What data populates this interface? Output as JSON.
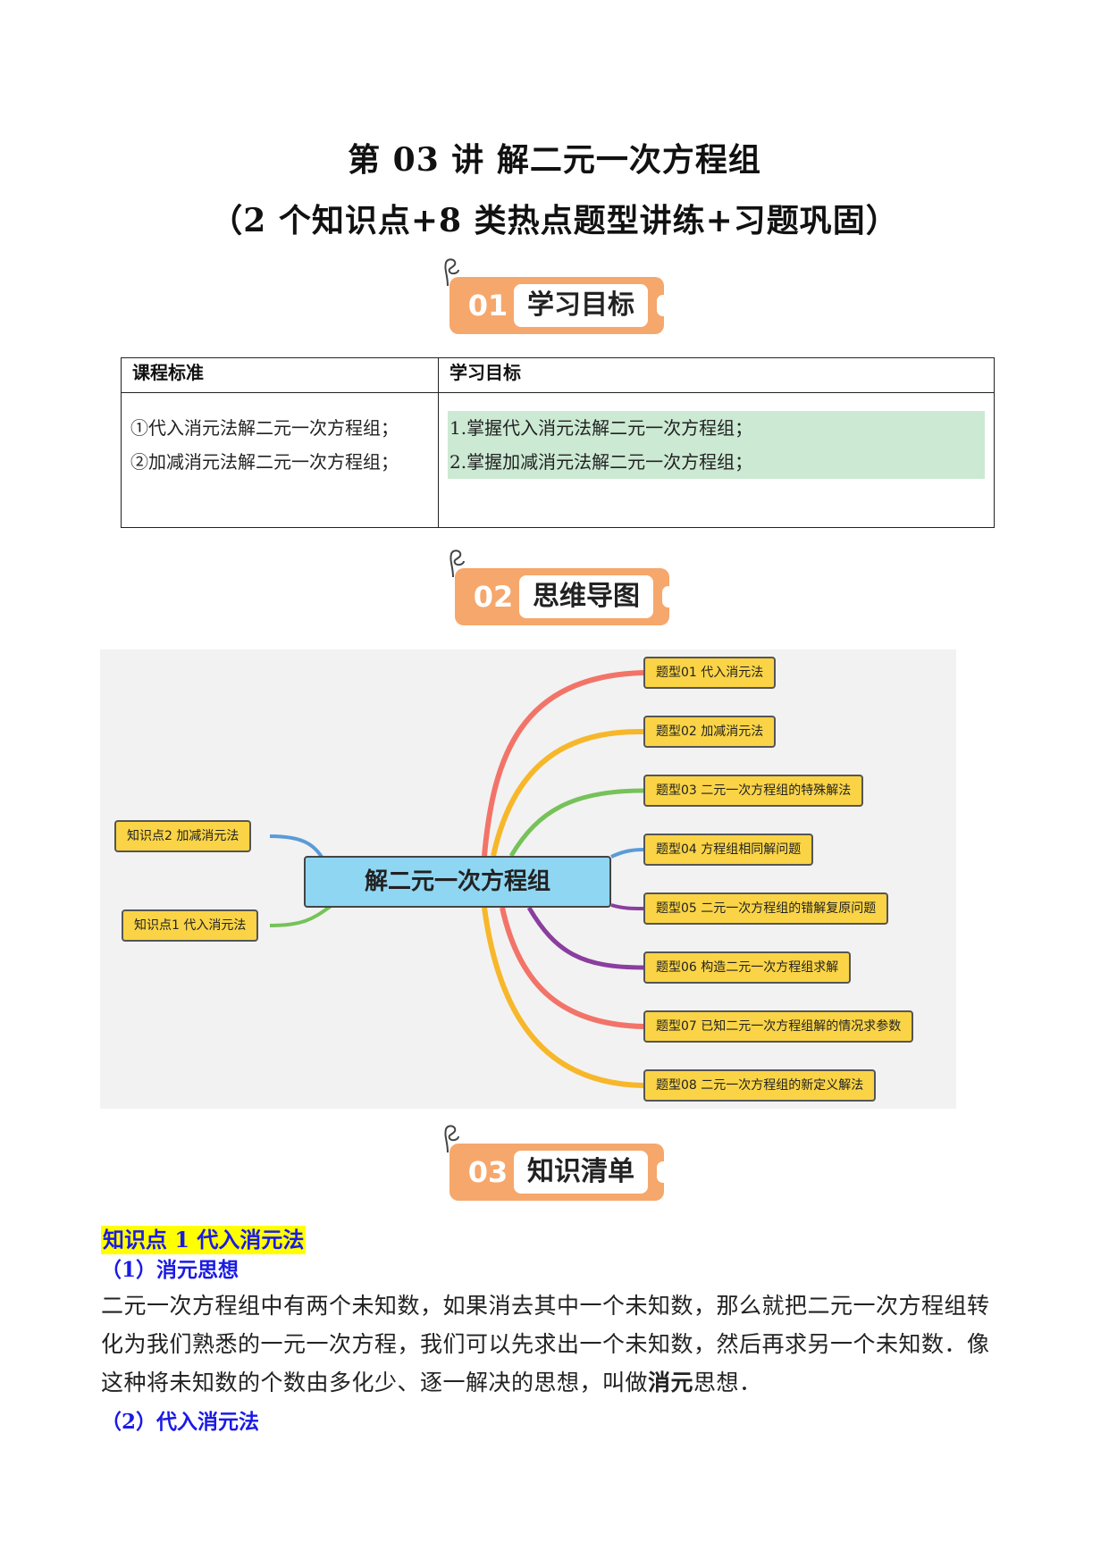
{
  "title": {
    "line1": "第 03 讲  解二元一次方程组",
    "line2": "（2 个知识点+8 类热点题型讲练+习题巩固）"
  },
  "sections": [
    {
      "num": "01",
      "label": "学习目标"
    },
    {
      "num": "02",
      "label": "思维导图"
    },
    {
      "num": "03",
      "label": "知识清单"
    }
  ],
  "goals_table": {
    "headers": [
      "课程标准",
      "学习目标"
    ],
    "standards": [
      "①代入消元法解二元一次方程组；",
      "②加减消元法解二元一次方程组；"
    ],
    "objectives": [
      "1.掌握代入消元法解二元一次方程组；",
      "2.掌握加减消元法解二元一次方程组；"
    ]
  },
  "mindmap": {
    "center": "解二元一次方程组",
    "left_nodes": [
      "知识点2 加减消元法",
      "知识点1 代入消元法"
    ],
    "right_nodes": [
      "题型01  代入消元法",
      "题型02  加减消元法",
      "题型03  二元一次方程组的特殊解法",
      "题型04  方程组相同解问题",
      "题型05  二元一次方程组的错解复原问题",
      "题型06  构造二元一次方程组求解",
      "题型07  已知二元一次方程组解的情况求参数",
      "题型08  二元一次方程组的新定义解法"
    ],
    "colors": {
      "red": "#f27468",
      "orange": "#f7b72a",
      "green": "#76c25a",
      "blue": "#5a9bd8",
      "purple": "#8a3e9e"
    }
  },
  "knowledge": {
    "point1_title": "知识点 1 代入消元法",
    "sub1": "（1）消元思想",
    "para_before": "二元一次方程组中有两个未知数，如果消去其中一个未知数，那么就把二元一次方程组转化为我们熟悉的一元一次方程，我们可以先求出一个未知数，然后再求另一个未知数．像这种将未知数的个数由多化少、逐一解决的思想，叫做",
    "para_bold": "消元",
    "para_after": "思想．",
    "sub2": "（2）代入消元法"
  }
}
